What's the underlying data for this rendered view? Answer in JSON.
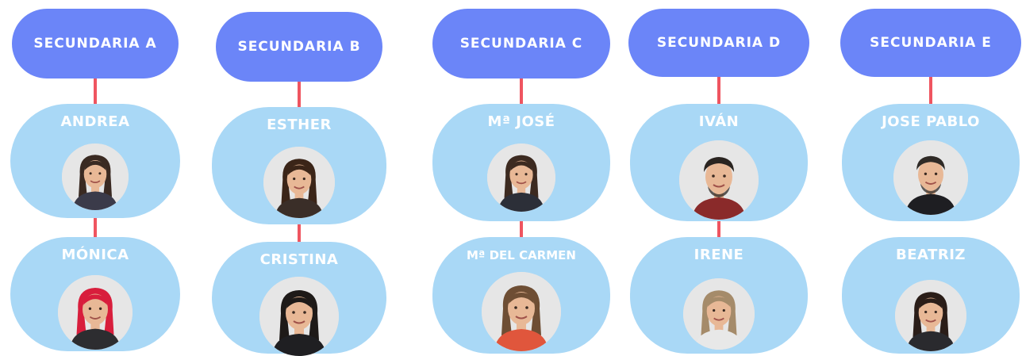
{
  "columns": [
    {
      "title": "SECUNDARIA A",
      "members": [
        {
          "name": "ANDREA",
          "avatar": "female-portrait-icon",
          "hair": "#3a2a22",
          "shirt": "#3b3b4a"
        },
        {
          "name": "MÓNICA",
          "avatar": "female-portrait-icon",
          "hair": "#d81e3c",
          "shirt": "#2d2d30"
        }
      ]
    },
    {
      "title": "SECUNDARIA B",
      "members": [
        {
          "name": "ESTHER",
          "avatar": "female-portrait-icon",
          "hair": "#3b2518",
          "shirt": "#3a2e28"
        },
        {
          "name": "CRISTINA",
          "avatar": "female-portrait-icon",
          "hair": "#1e1a18",
          "shirt": "#1f1f22"
        }
      ]
    },
    {
      "title": "SECUNDARIA C",
      "members": [
        {
          "name": "Mª JOSÉ",
          "avatar": "female-portrait-icon",
          "hair": "#3c2a20",
          "shirt": "#2c2f38"
        },
        {
          "name": "Mª DEL CARMEN",
          "avatar": "female-portrait-icon",
          "hair": "#6e4e34",
          "shirt": "#e0563c"
        }
      ]
    },
    {
      "title": "SECUNDARIA D",
      "members": [
        {
          "name": "IVÁN",
          "avatar": "male-portrait-icon",
          "hair": "#2a2420",
          "shirt": "#8a2a2a"
        },
        {
          "name": "IRENE",
          "avatar": "female-portrait-icon",
          "hair": "#a58b6a",
          "shirt": "#e8e8e8"
        }
      ]
    },
    {
      "title": "SECUNDARIA E",
      "members": [
        {
          "name": "JOSE PABLO",
          "avatar": "male-portrait-icon",
          "hair": "#2f2a26",
          "shirt": "#1e1e22"
        },
        {
          "name": "BEATRIZ",
          "avatar": "female-portrait-icon",
          "hair": "#2a1d18",
          "shirt": "#2a2a2e"
        }
      ]
    }
  ],
  "colors": {
    "header": "#6b85f8",
    "card": "#a9d8f6",
    "connector": "#ef5560",
    "text": "#ffffff"
  }
}
